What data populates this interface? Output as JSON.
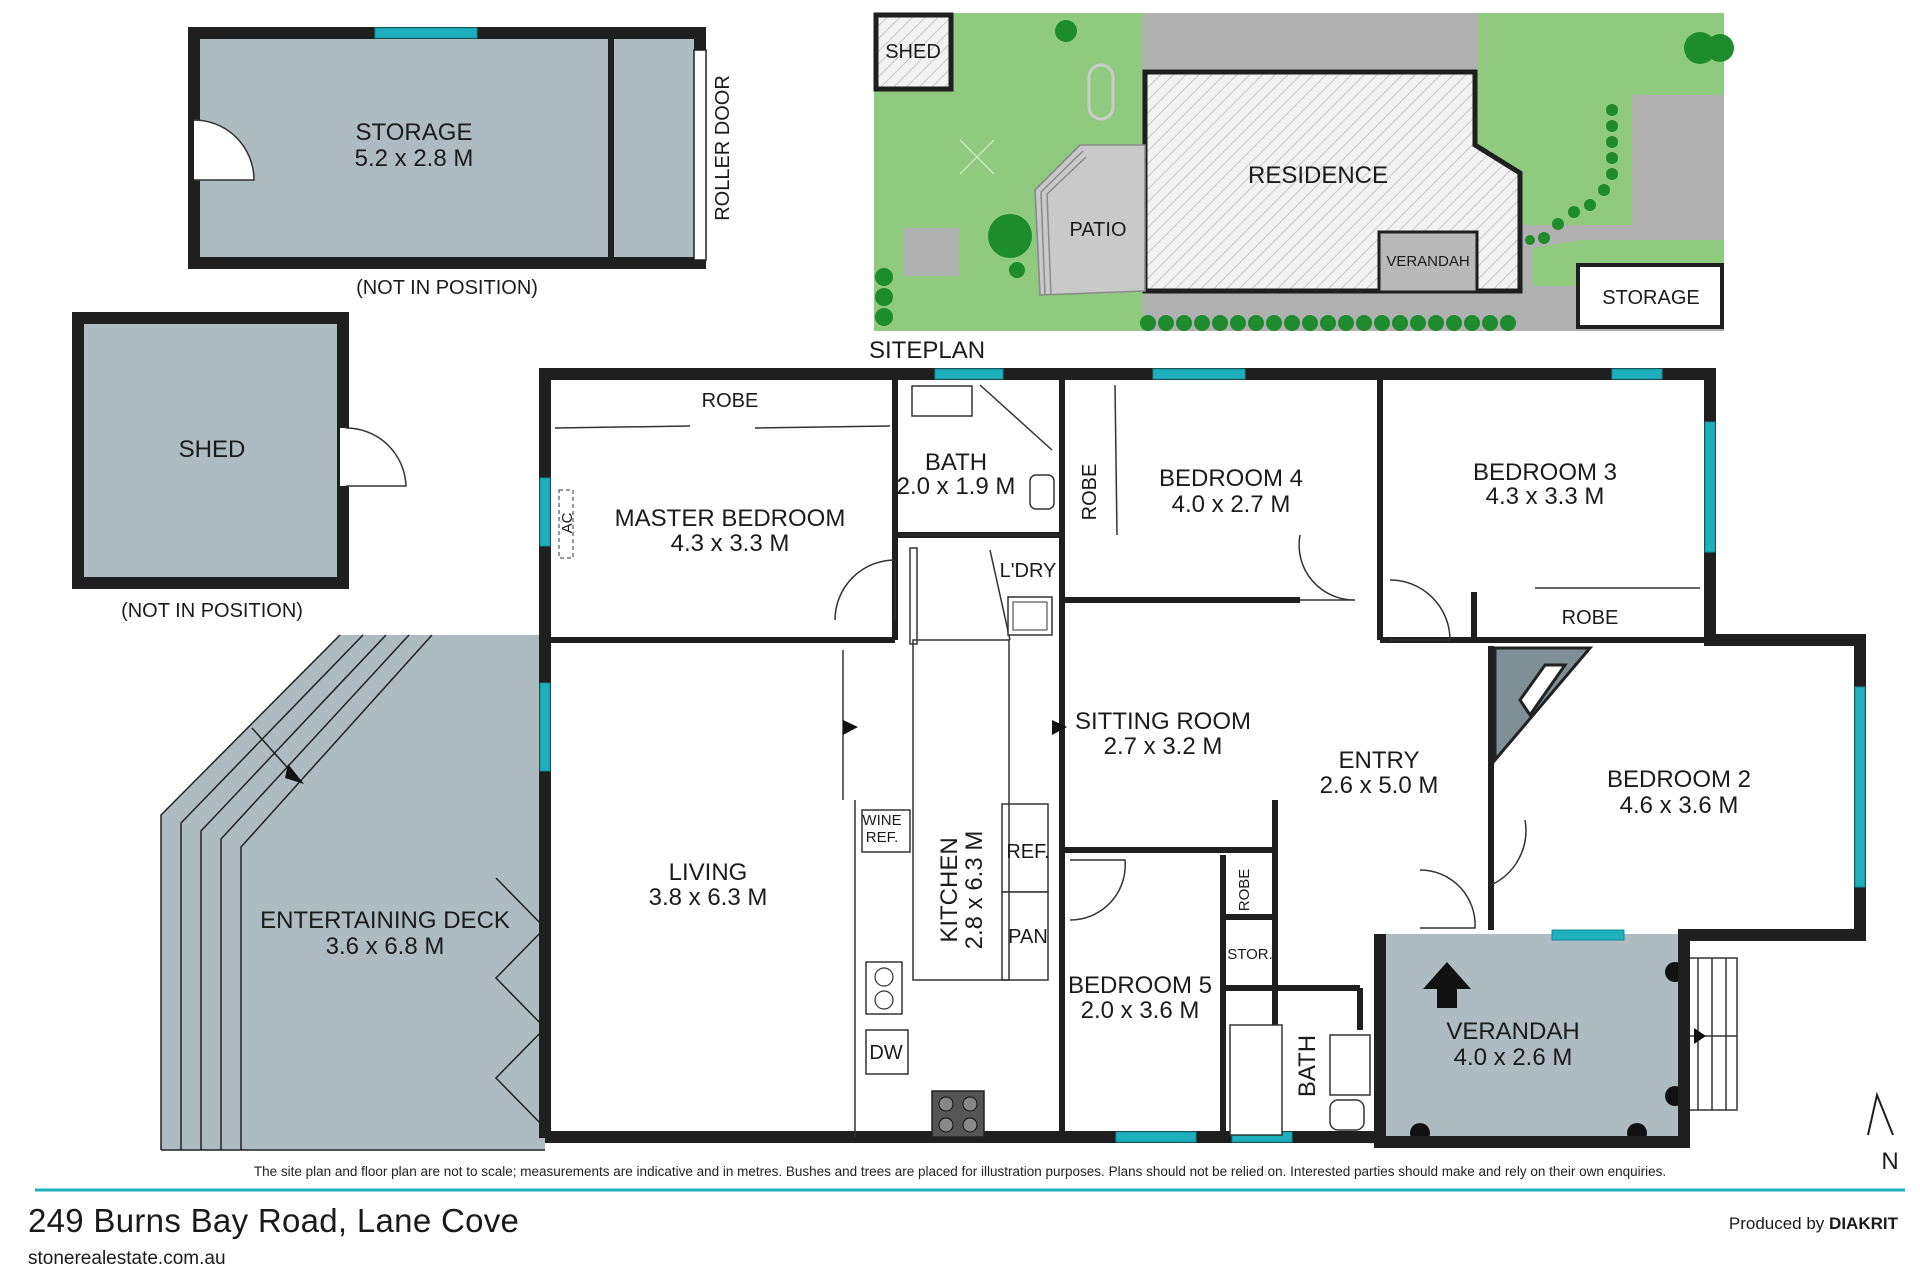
{
  "site_plan": {
    "title": "SITEPLAN",
    "labels": {
      "shed": "SHED",
      "residence": "RESIDENCE",
      "patio": "PATIO",
      "verandah": "VERANDAH",
      "storage": "STORAGE"
    }
  },
  "outbuildings": {
    "storage": {
      "name": "STORAGE",
      "dims": "5.2 x 2.8 M",
      "roller_door": "ROLLER DOOR",
      "note": "(NOT IN POSITION)"
    },
    "shed": {
      "name": "SHED",
      "note": "(NOT IN POSITION)"
    }
  },
  "rooms": {
    "robe_master": "ROBE",
    "master_bedroom": {
      "name": "MASTER BEDROOM",
      "dims": "4.3 x 3.3 M"
    },
    "ac": "AC",
    "bath_1": {
      "name": "BATH",
      "dims": "2.0 x 1.9 M"
    },
    "laundry": "L'DRY",
    "robe_bed4": "ROBE",
    "bedroom_4": {
      "name": "BEDROOM 4",
      "dims": "4.0 x 2.7 M"
    },
    "bedroom_3": {
      "name": "BEDROOM 3",
      "dims": "4.3 x 3.3 M"
    },
    "robe_bed3": "ROBE",
    "sitting_room": {
      "name": "SITTING ROOM",
      "dims": "2.7 x 3.2 M"
    },
    "entry": {
      "name": "ENTRY",
      "dims": "2.6 x 5.0 M"
    },
    "bedroom_2": {
      "name": "BEDROOM 2",
      "dims": "4.6 x 3.6 M"
    },
    "living": {
      "name": "LIVING",
      "dims": "3.8 x 6.3 M"
    },
    "kitchen": {
      "name": "KITCHEN",
      "dims": "2.8 x 6.3 M"
    },
    "wine_ref_1": "WINE",
    "wine_ref_2": "REF.",
    "ref": "REF.",
    "pan": "PAN",
    "dw": "DW",
    "entertaining_deck": {
      "name": "ENTERTAINING DECK",
      "dims": "3.6 x 6.8 M"
    },
    "robe_bed5": "ROBE",
    "storage_small": "STOR.",
    "bedroom_5": {
      "name": "BEDROOM 5",
      "dims": "2.0 x 3.6 M"
    },
    "bath_2": "BATH",
    "verandah": {
      "name": "VERANDAH",
      "dims": "4.0 x 2.6 M"
    }
  },
  "compass": "N",
  "disclaimer": "The site plan and floor plan are not to scale; measurements are indicative and in metres. Bushes and trees are placed for illustration purposes. Plans should not be relied on. Interested parties should make and rely on their own enquiries.",
  "footer": {
    "address": "249 Burns Bay Road, Lane Cove",
    "website": "stonerealestate.com.au",
    "produced_by_label": "Produced by",
    "produced_by_brand": "DIAKRIT"
  },
  "colors": {
    "wall": "#1f1f1f",
    "room_fill": "#aebcc2",
    "window": "#1fb0bd",
    "lawn": "#8fca7f",
    "footer_rule": "#1fb0bd"
  }
}
